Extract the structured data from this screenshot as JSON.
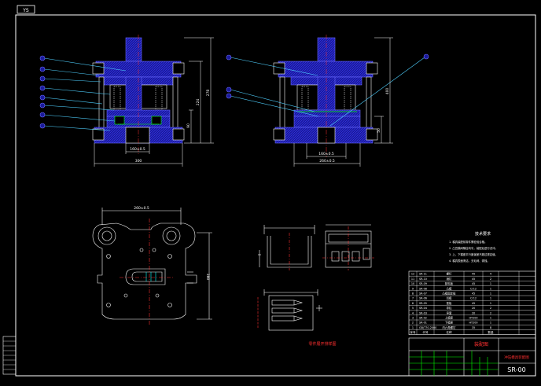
{
  "viewport_tab": "YS",
  "dimensions": {
    "front_width_lower": "300",
    "front_width_inner": "160±0.5",
    "front_height_total": "278",
    "front_height_mid": "224",
    "front_height_small": "90",
    "side_height_total": "400",
    "side_height_small": "50",
    "side_width_inner": "260±0.5",
    "side_width_mid": "160±0.5",
    "plan_width": "260±0.5",
    "plan_height": "380"
  },
  "tech_requirements": {
    "title": "技术要求",
    "lines": [
      "1. 模具装配前零件需检验合格。",
      "2. 凸凹模间隙应均匀，装配后进行试冲。",
      "3. 上、下模座平行度误差不超过规定值。",
      "4. 模具表面清洁，无毛刺、锈蚀。"
    ]
  },
  "part_view_label": "零件展开排样图",
  "bom_rows": [
    {
      "code": "SR-11",
      "name": "螺钉",
      "mat": "45",
      "qty": "4"
    },
    {
      "code": "SR-10",
      "name": "销钉",
      "mat": "45",
      "qty": "2"
    },
    {
      "code": "SR-09",
      "name": "卸料板",
      "mat": "45",
      "qty": "1"
    },
    {
      "code": "SR-08",
      "name": "凸模",
      "mat": "Cr12",
      "qty": "1"
    },
    {
      "code": "SR-07",
      "name": "凸模固定板",
      "mat": "45",
      "qty": "1"
    },
    {
      "code": "SR-06",
      "name": "凹模",
      "mat": "Cr12",
      "qty": "1"
    },
    {
      "code": "SR-05",
      "name": "垫板",
      "mat": "45",
      "qty": "1"
    },
    {
      "code": "SR-04",
      "name": "导柱",
      "mat": "20",
      "qty": "2"
    },
    {
      "code": "SR-03",
      "name": "导套",
      "mat": "20",
      "qty": "2"
    },
    {
      "code": "SR-02",
      "name": "上模座",
      "mat": "HT200",
      "qty": "1"
    },
    {
      "code": "SR-01",
      "name": "下模座",
      "mat": "HT200",
      "qty": "1"
    },
    {
      "code": "GB/T70-2000",
      "name": "内六角螺钉",
      "mat": "35",
      "qty": "8"
    }
  ],
  "bom_header": {
    "no": "序号",
    "code": "代号",
    "name": "名称",
    "qty": "数量"
  },
  "title_block": {
    "drawing_title": "装配图",
    "subtitle": "冲压模具装配图",
    "drawing_no": "SR-00"
  }
}
